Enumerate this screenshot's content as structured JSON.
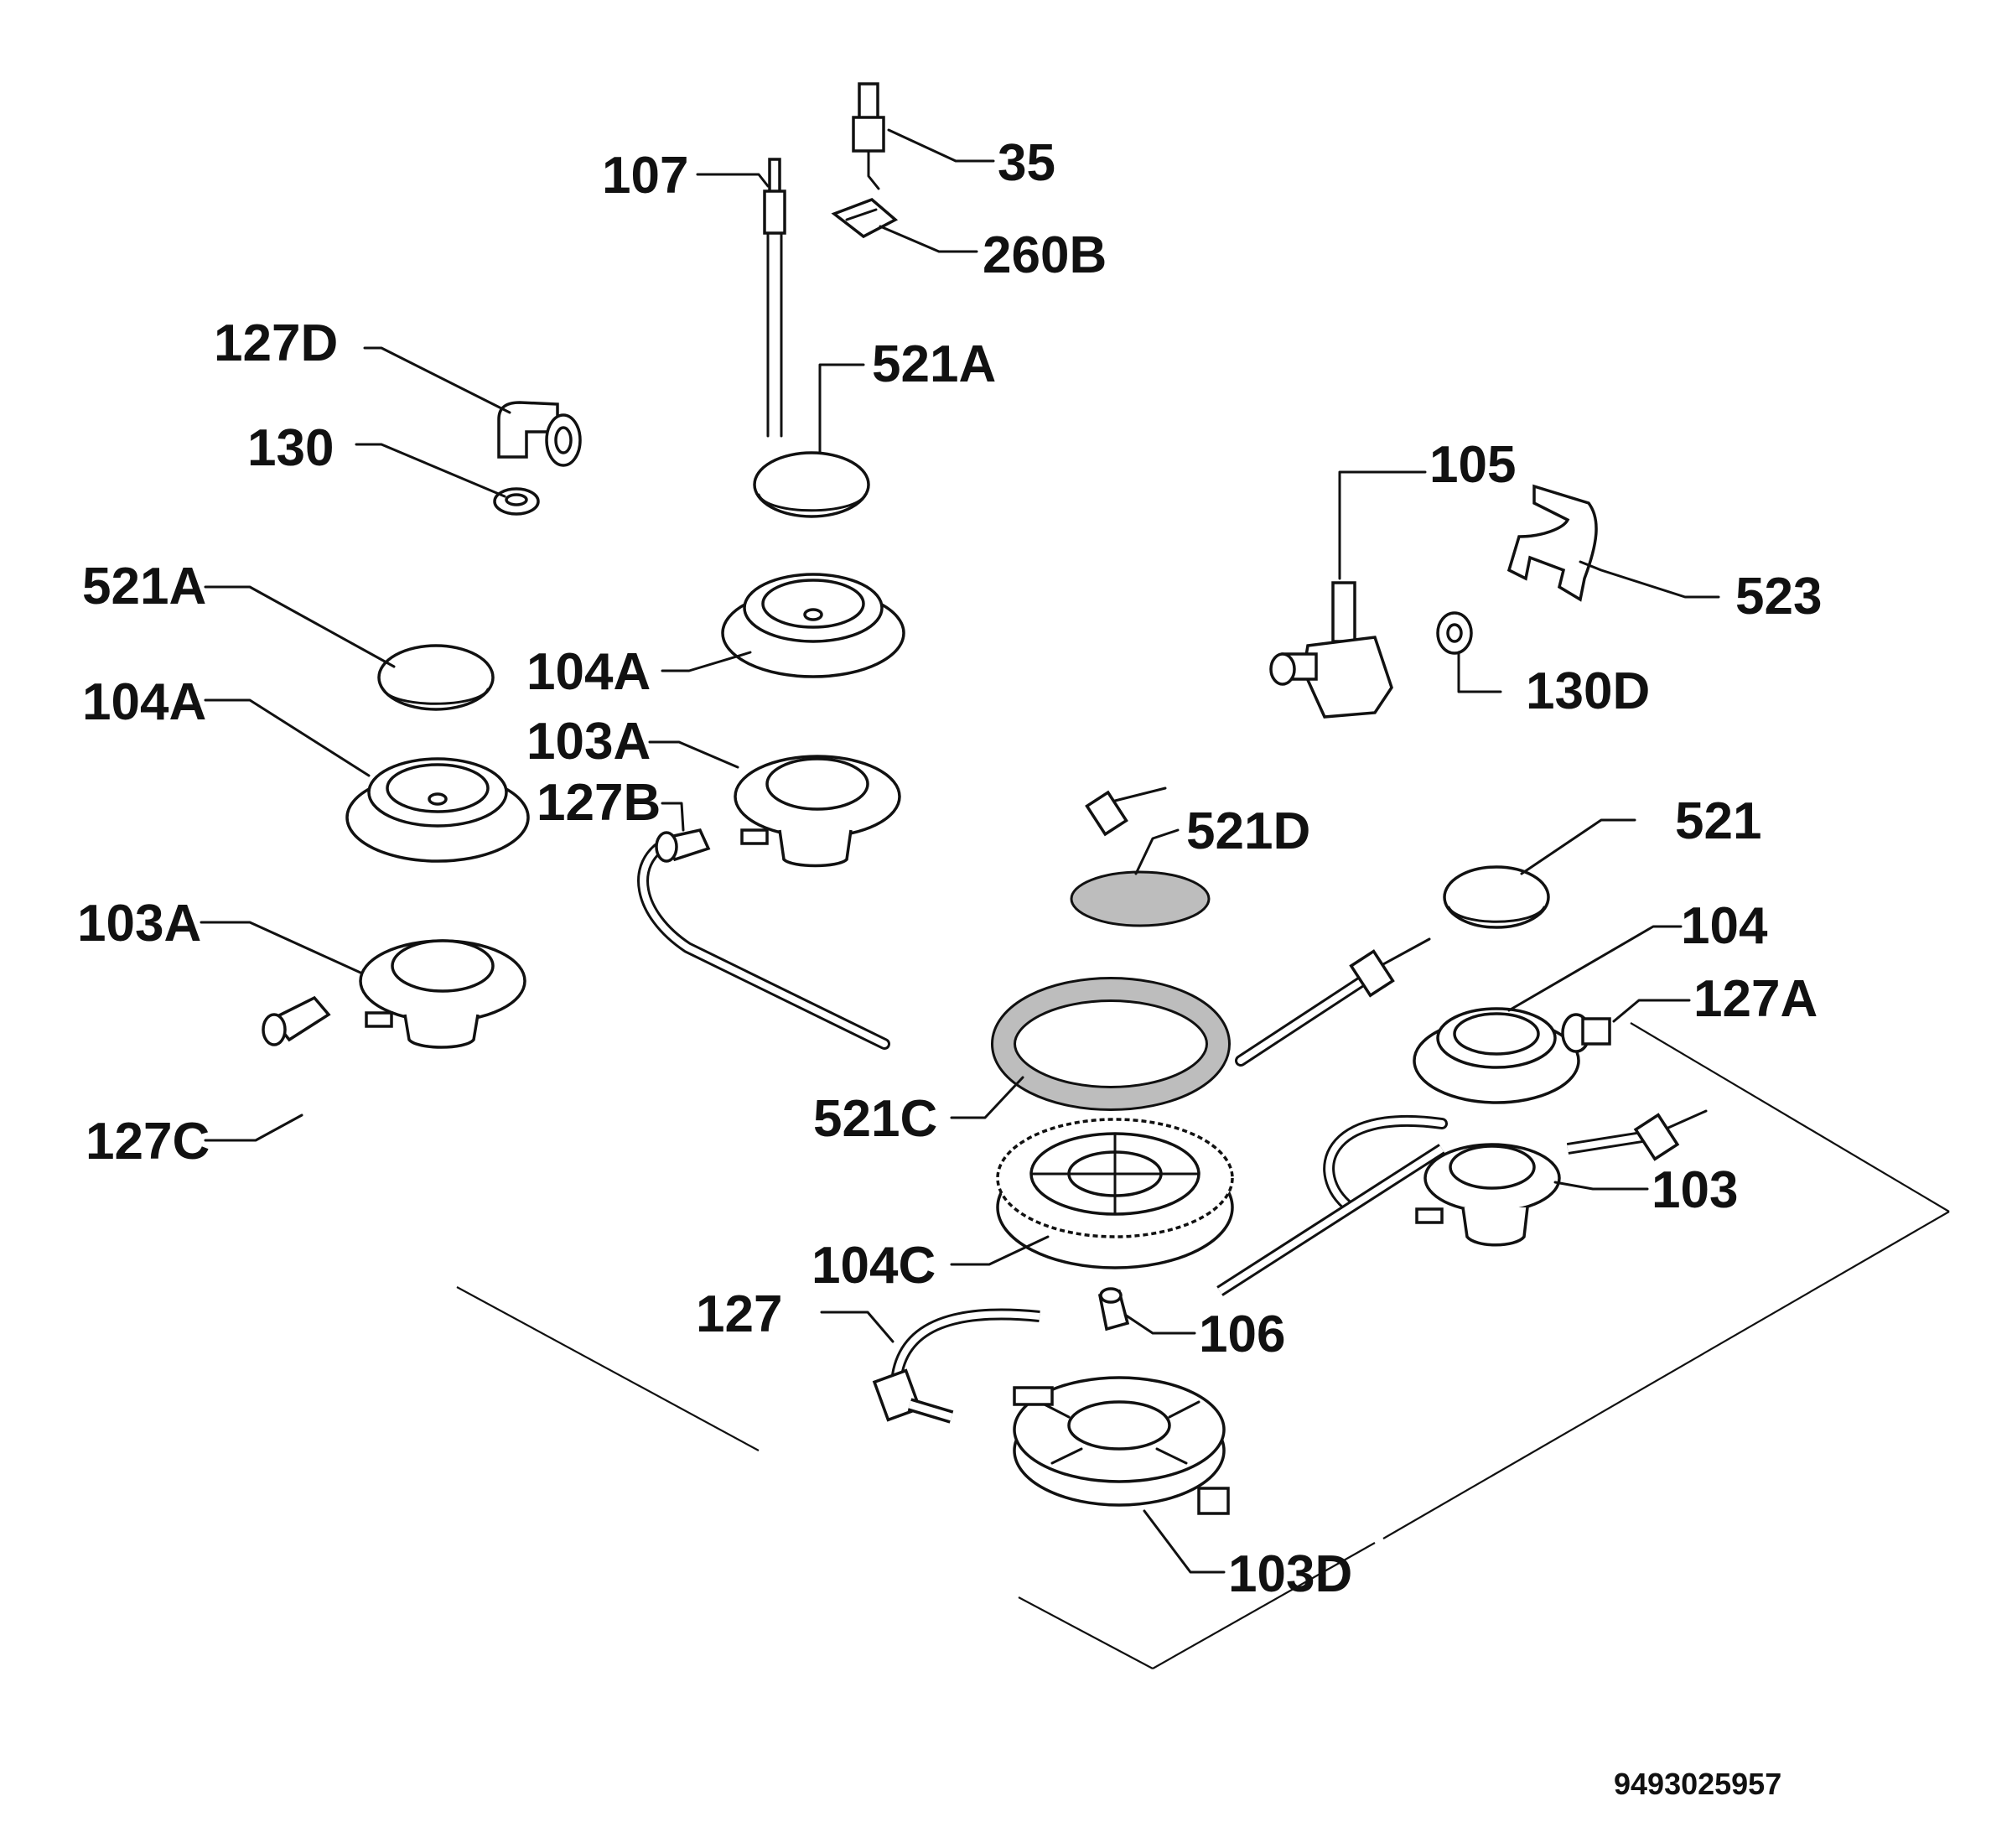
{
  "diagram": {
    "labels": {
      "l107": "107",
      "l35": "35",
      "l260b": "260B",
      "l127d": "127D",
      "l130": "130",
      "l521a_top": "521A",
      "l521a_left": "521A",
      "l104a_mid": "104A",
      "l104a_left": "104A",
      "l103a_mid": "103A",
      "l127b": "127B",
      "l103a_left": "103A",
      "l127c": "127C",
      "l105": "105",
      "l523": "523",
      "l130d": "130D",
      "l521d": "521D",
      "l521": "521",
      "l104": "104",
      "l127a": "127A",
      "l521c": "521C",
      "l103": "103",
      "l104c": "104C",
      "l127": "127",
      "l106": "106",
      "l103d": "103D"
    },
    "drawing_number": "9493025957"
  }
}
